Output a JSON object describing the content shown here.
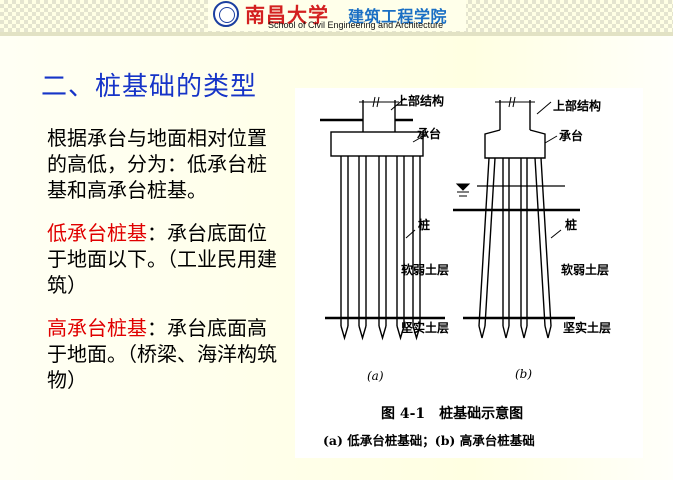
{
  "header": {
    "university_name": "南昌大学",
    "college_name": "建筑工程学院",
    "college_name_en": "School of Civil Engineering and Architecture"
  },
  "slide": {
    "title": "二、桩基础的类型",
    "intro": "根据承台与地面相对位置的高低，分为：低承台桩基和高承台桩基。",
    "low_term": "低承台桩基",
    "low_desc": "：承台底面位于地面以下。（工业民用建筑）",
    "high_term": "高承台桩基",
    "high_desc": "：承台底面高于地面。（桥梁、海洋构筑物）"
  },
  "figure": {
    "labels_a": {
      "superstructure": "上部结构",
      "cap": "承台",
      "pile": "桩",
      "soft_layer": "软弱土层",
      "hard_layer": "坚实土层",
      "tag": "(a)"
    },
    "labels_b": {
      "superstructure": "上部结构",
      "cap": "承台",
      "pile": "桩",
      "soft_layer": "软弱土层",
      "hard_layer": "坚实土层",
      "tag": "(b)"
    },
    "caption_title": "图 4-1　桩基础示意图",
    "caption_sub": "(a) 低承台桩基础；(b) 高承台桩基础"
  }
}
